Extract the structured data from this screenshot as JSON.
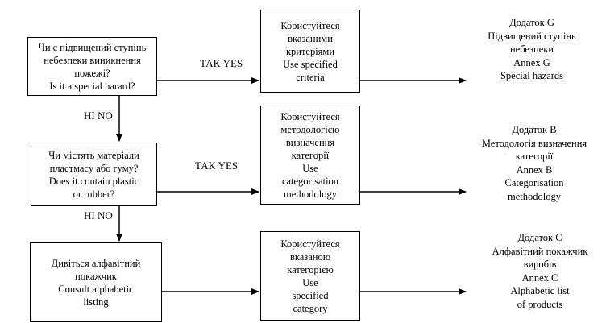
{
  "questions": [
    {
      "lines": [
        "Чи є підвищений ступінь",
        "небезпеки виникнення",
        "пожежі?",
        "Is it a special harard?"
      ]
    },
    {
      "lines": [
        "Чи містять матеріали",
        "пластмасу або гуму?",
        "Does it contain plastic",
        "or rubber?"
      ]
    },
    {
      "lines": [
        "Дивіться алфавітний",
        "покажчик",
        "Consult alphabetic",
        "listing"
      ]
    }
  ],
  "results": [
    {
      "lines": [
        "Користуйтеся",
        "вказаними",
        "критеріями",
        "Use specified",
        "criteria"
      ]
    },
    {
      "lines": [
        "Користуйтеся",
        "методологією",
        "визначення",
        "категорії",
        "Use",
        "categorisation",
        "methodology"
      ]
    },
    {
      "lines": [
        "Користуйтеся",
        "вказаною",
        "категорією",
        "Use",
        "specified",
        "category"
      ]
    }
  ],
  "annexes": [
    {
      "lines": [
        "Додаток G",
        "Підвищений ступінь",
        "небезпеки",
        "Annex G",
        "Special hazards"
      ]
    },
    {
      "lines": [
        "Додаток B",
        "Методологія визначення",
        "категорії",
        "Annex B",
        "Categorisation",
        "methodology"
      ]
    },
    {
      "lines": [
        "Додаток C",
        "Алфавітний покажчик",
        "виробів",
        "Annex C",
        "Alphabetic list",
        "of products"
      ]
    }
  ],
  "edge_labels": {
    "yes_1": "ТАК YES",
    "yes_2": "ТАК YES",
    "no_1": "НІ NO",
    "no_2": "НІ NO"
  }
}
